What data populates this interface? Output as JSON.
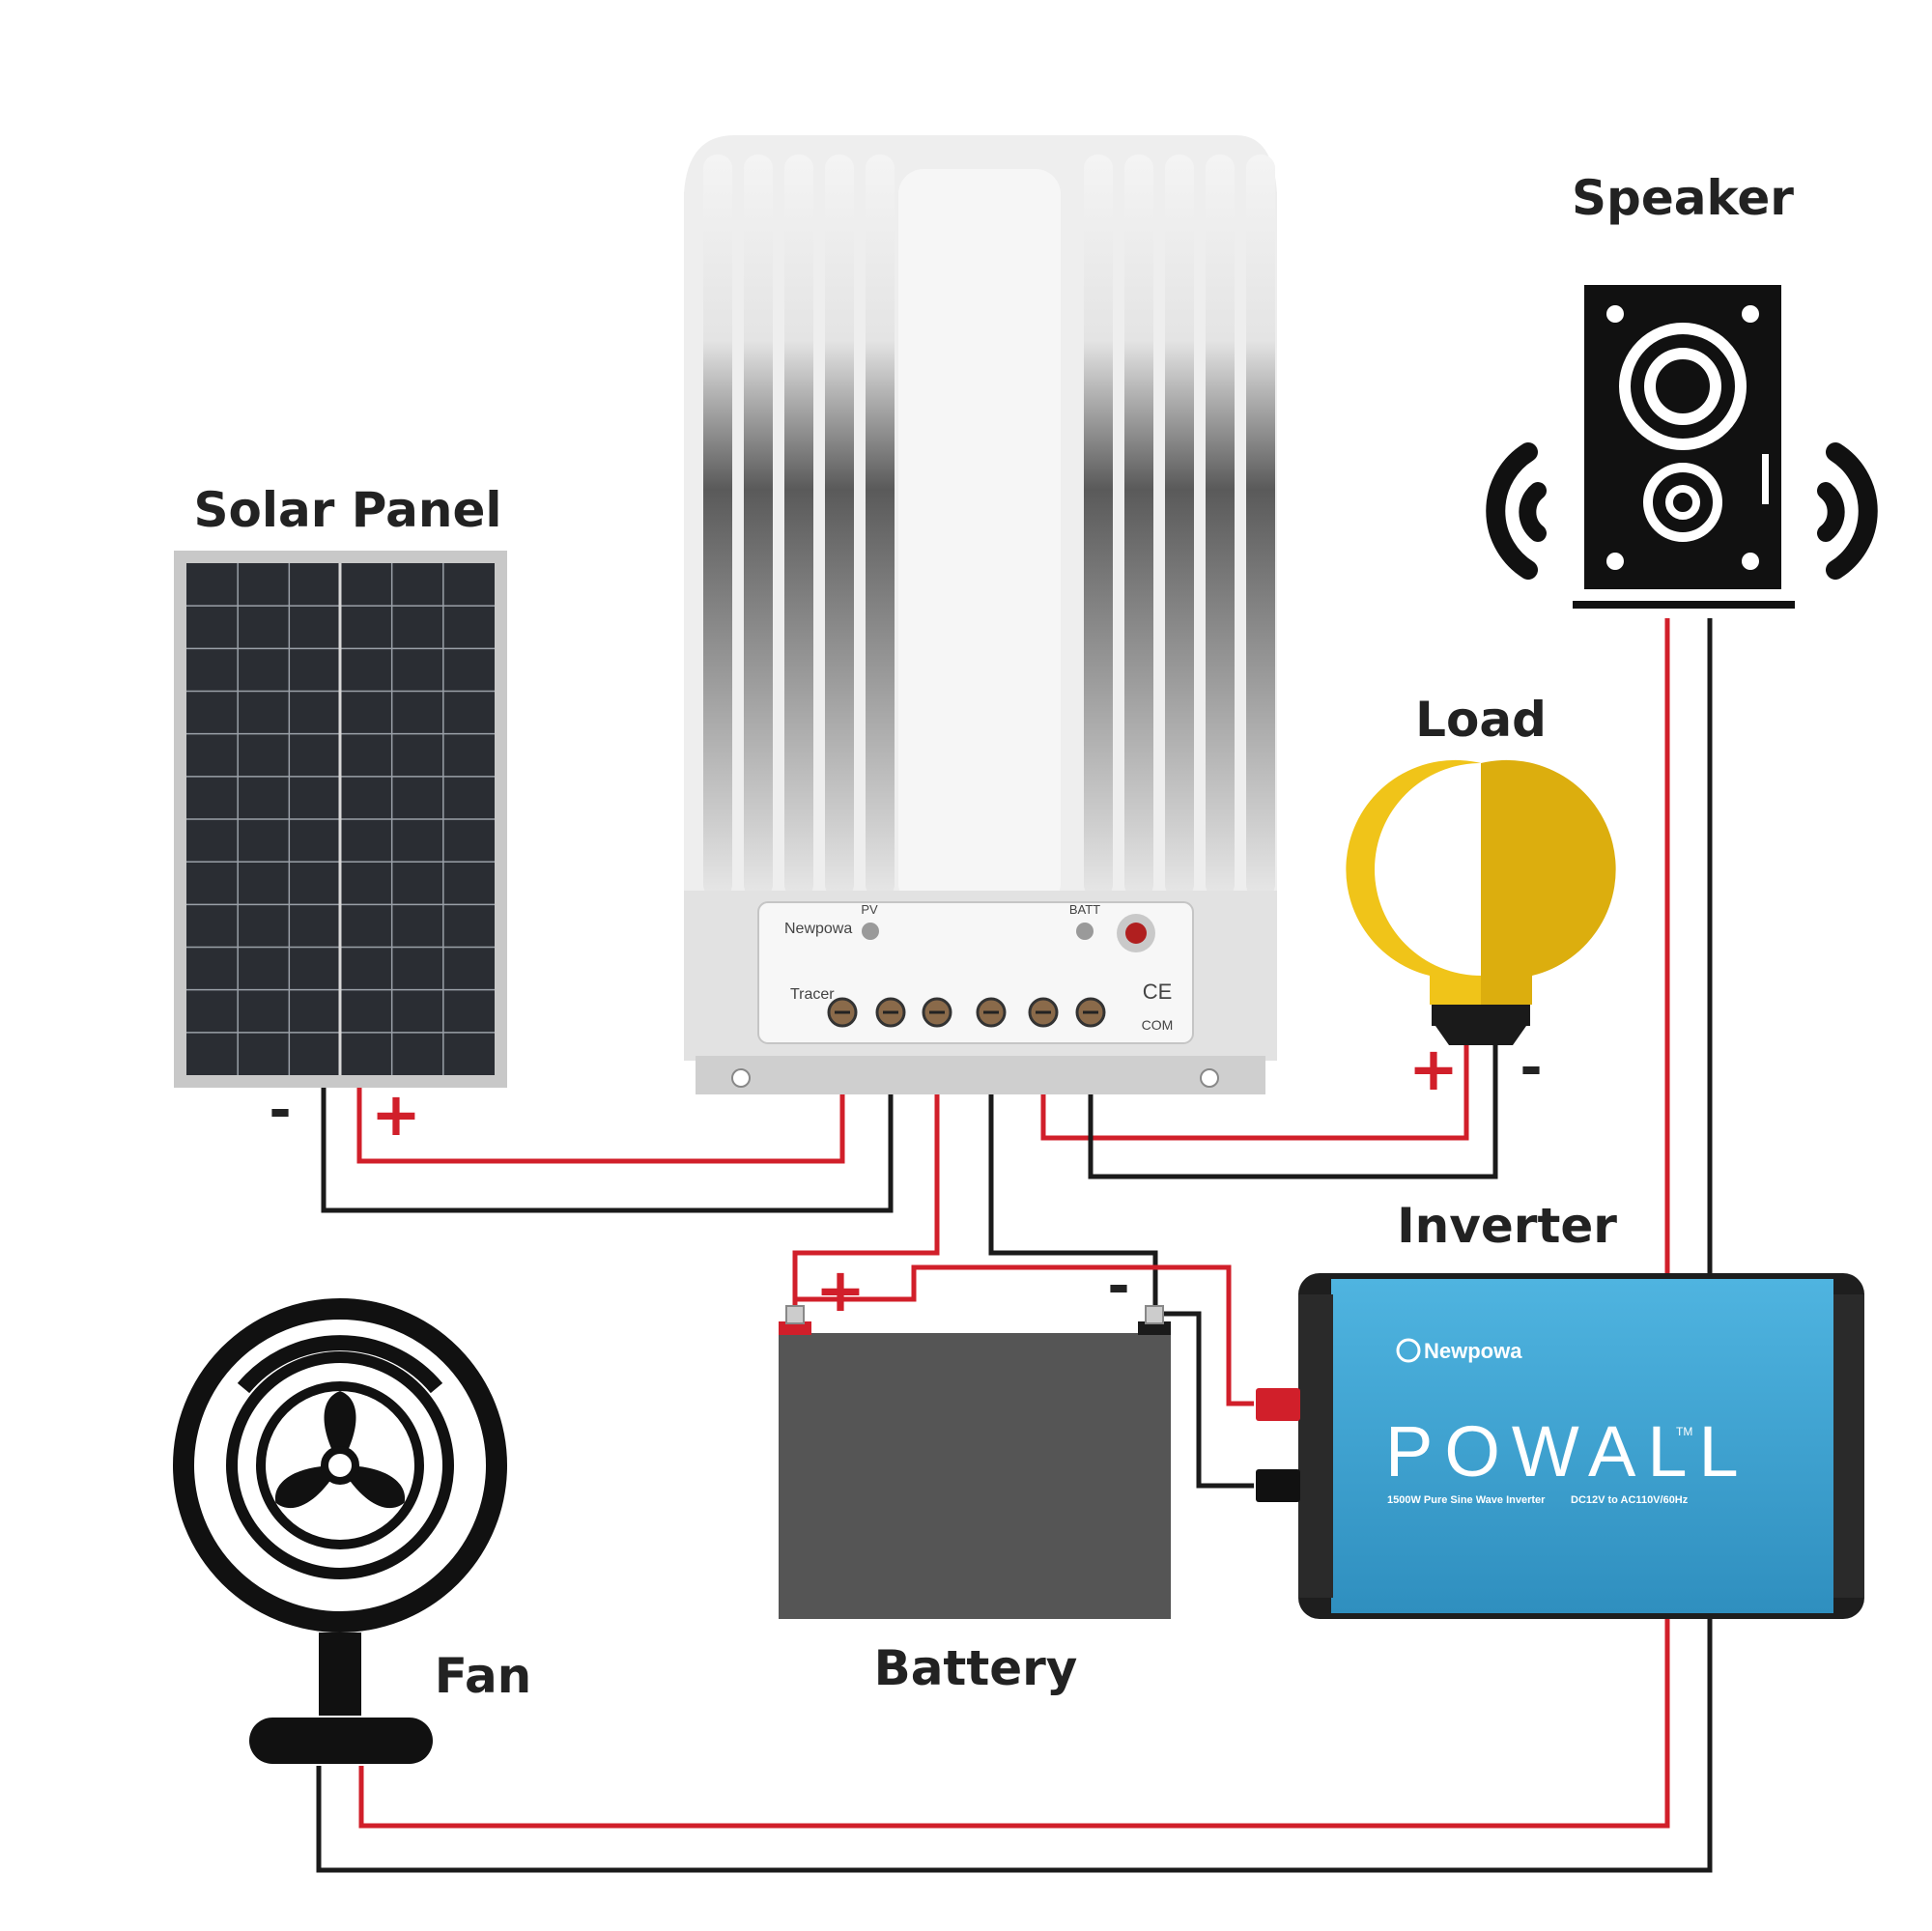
{
  "labels": {
    "solar_panel": "Solar Panel",
    "speaker": "Speaker",
    "load": "Load",
    "inverter": "Inverter",
    "battery": "Battery",
    "fan": "Fan"
  },
  "polarity": {
    "plus": "+",
    "minus": "-"
  },
  "controller": {
    "brand": "Newpowa",
    "model": "Tracer",
    "pv": "PV",
    "batt": "BATT",
    "ce": "CE",
    "com": "COM"
  },
  "inverter_unit": {
    "brand": "Newpowa",
    "name": "POWALL",
    "tm": "TM",
    "spec_left": "1500W Pure Sine Wave Inverter",
    "spec_right": "DC12V to AC110V/60Hz"
  },
  "colors": {
    "positive_wire": "#d11f2a",
    "negative_wire": "#1a1a1a",
    "inverter_body": "#3aa0d0",
    "bulb": "#f0c419",
    "battery_body": "#555555"
  }
}
